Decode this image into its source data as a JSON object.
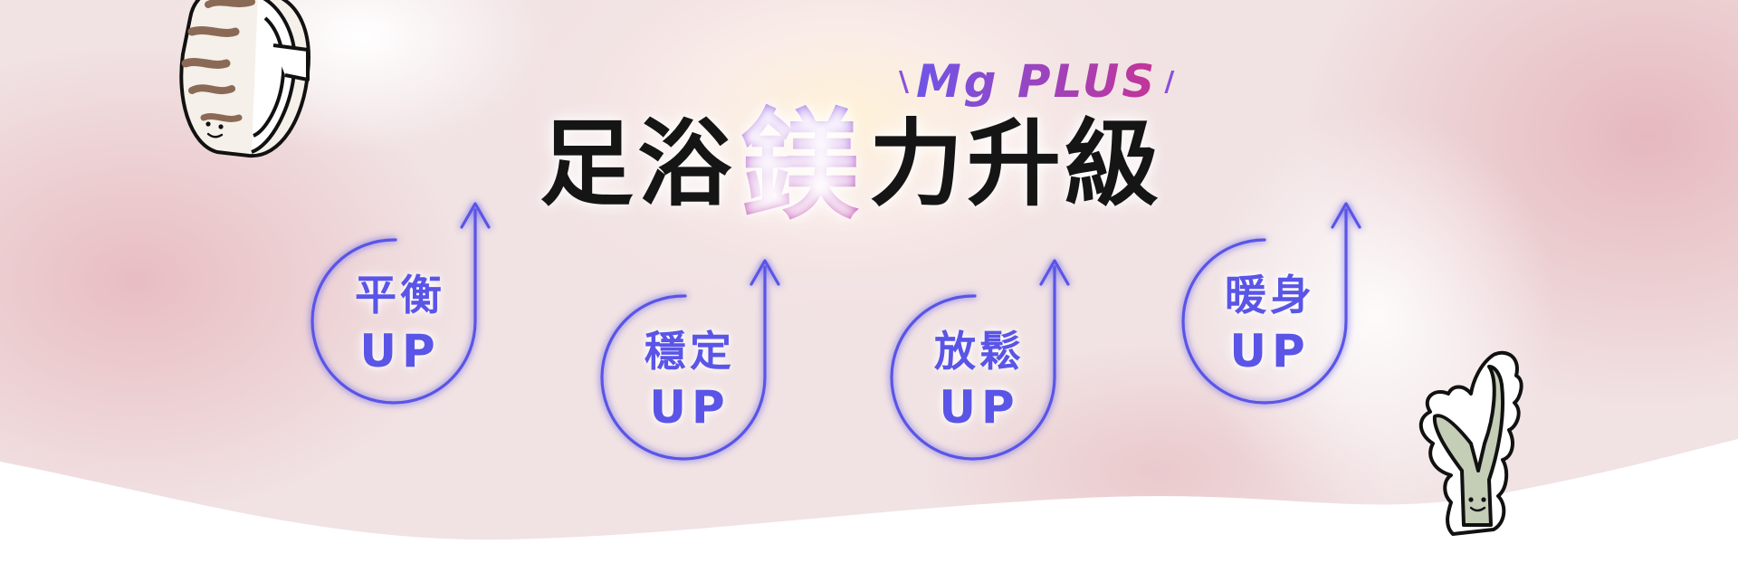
{
  "banner": {
    "headline": {
      "part1": "足浴",
      "highlight": "鎂",
      "part2": "力升級"
    },
    "subtitle": {
      "text": "Mg PLUS",
      "slash_left": "\\",
      "slash_right": "/"
    },
    "badges": [
      {
        "line1": "平衡",
        "line2": "UP"
      },
      {
        "line1": "穩定",
        "line2": "UP"
      },
      {
        "line1": "放鬆",
        "line2": "UP"
      },
      {
        "line1": "暖身",
        "line2": "UP"
      }
    ],
    "colors": {
      "headline": "#151515",
      "highlight_start": "#8b52e6",
      "highlight_end": "#c2309a",
      "badge": "#5a55e6",
      "background": "#f1e1e2",
      "wave": "#ffffff"
    },
    "icons": [
      "bracelet-mascot-icon",
      "seaweed-mascot-icon",
      "arrow-up-icon"
    ]
  }
}
